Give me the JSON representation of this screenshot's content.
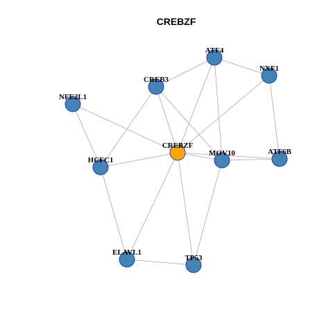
{
  "title": "CREBZF",
  "colors": {
    "node_fill": "#4682b4",
    "center_fill": "#ffa500",
    "node_stroke": "#1f3fbf",
    "edge": "#a8a8a8"
  },
  "network": {
    "center": "CREBZF",
    "nodes": [
      "ATF4",
      "NXF1",
      "CREB3",
      "NFE2L1",
      "CREBZF",
      "MOV10",
      "ATF6B",
      "HCFC1",
      "ELAVL1",
      "TP53"
    ],
    "edges": [
      [
        "ATF4",
        "NXF1"
      ],
      [
        "ATF4",
        "CREB3"
      ],
      [
        "ATF4",
        "CREBZF"
      ],
      [
        "ATF4",
        "MOV10"
      ],
      [
        "NXF1",
        "CREBZF"
      ],
      [
        "NXF1",
        "ATF6B"
      ],
      [
        "CREB3",
        "CREBZF"
      ],
      [
        "CREB3",
        "HCFC1"
      ],
      [
        "CREB3",
        "MOV10"
      ],
      [
        "NFE2L1",
        "CREBZF"
      ],
      [
        "NFE2L1",
        "HCFC1"
      ],
      [
        "CREBZF",
        "HCFC1"
      ],
      [
        "CREBZF",
        "MOV10"
      ],
      [
        "CREBZF",
        "ATF6B"
      ],
      [
        "CREBZF",
        "ELAVL1"
      ],
      [
        "CREBZF",
        "TP53"
      ],
      [
        "MOV10",
        "ATF6B"
      ],
      [
        "MOV10",
        "TP53"
      ],
      [
        "HCFC1",
        "ELAVL1"
      ],
      [
        "ELAVL1",
        "TP53"
      ]
    ]
  }
}
